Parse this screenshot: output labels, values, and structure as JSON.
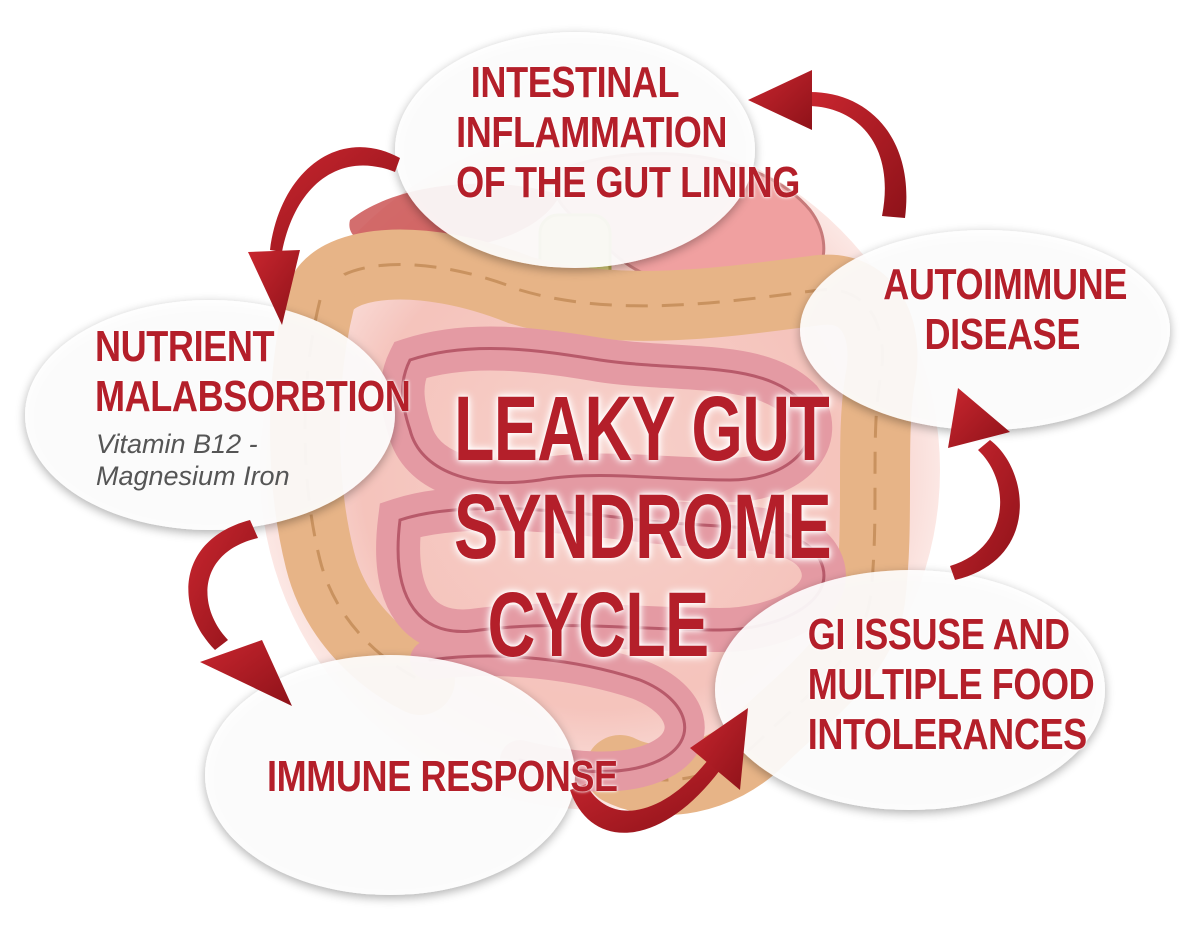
{
  "colors": {
    "accent": "#b41f2a",
    "subtext": "#555555",
    "bubble": "#ffffff"
  },
  "center": {
    "lines": [
      "LEAKY GUT",
      "SYNDROME",
      "CYCLE"
    ]
  },
  "nodes": {
    "inflammation": {
      "lines": [
        "INTESTINAL",
        "INFLAMMATION",
        "OF THE GUT LINING"
      ]
    },
    "autoimmune": {
      "lines": [
        "AUTOIMMUNE",
        "DISEASE"
      ]
    },
    "gi_issues": {
      "lines": [
        "GI ISSUSE AND",
        "MULTIPLE FOOD",
        "INTOLERANCES"
      ]
    },
    "immune_response": {
      "lines": [
        "IMMUNE RESPONSE"
      ]
    },
    "nutrient": {
      "lines": [
        "NUTRIENT",
        "MALABSORBTION"
      ],
      "detail": [
        "Vitamin B12 -",
        "Magnesium Iron"
      ]
    }
  },
  "icons": {
    "cycle_arrow": "curved-arrow-icon",
    "illustration": "intestines-illustration"
  }
}
